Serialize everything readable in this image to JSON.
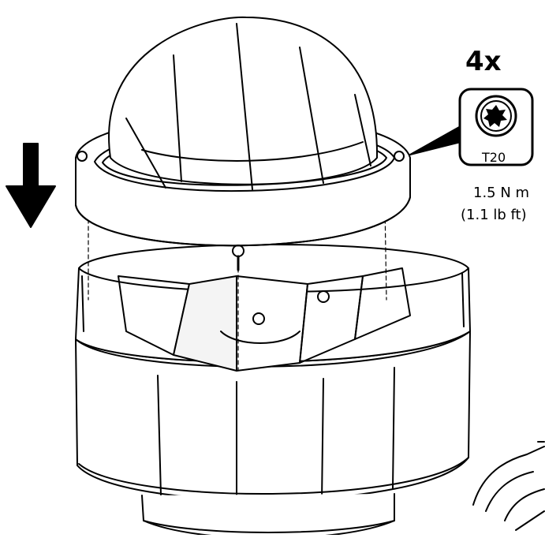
{
  "callout": {
    "quantity": "4x",
    "bit_label": "T20",
    "torque_metric": "1.5 N m",
    "torque_imperial": "(1.1 lb ft)"
  },
  "colors": {
    "line": "#000000",
    "background": "#ffffff"
  },
  "icons": {
    "direction": "arrow-down-icon",
    "bit": "torx-bit-icon",
    "hand": "hand-icon"
  }
}
